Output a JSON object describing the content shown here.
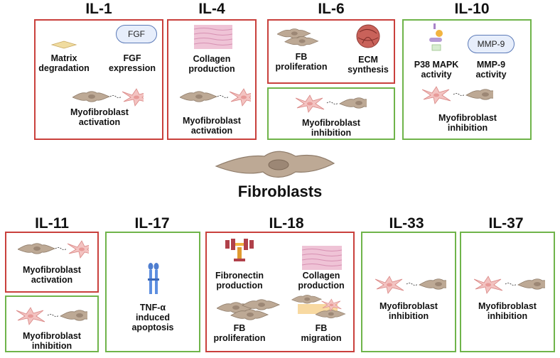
{
  "titles": {
    "il1": "IL-1",
    "il4": "IL-4",
    "il6": "IL-6",
    "il10": "IL-10",
    "il11": "IL-11",
    "il17": "IL-17",
    "il18": "IL-18",
    "il33": "IL-33",
    "il37": "IL-37"
  },
  "center": "Fibroblasts",
  "il1": {
    "matrix": "Matrix\ndegradation",
    "fgf_pill": "FGF",
    "fgf": "FGF\nexpression",
    "myo": "Myofibroblast\nactivation"
  },
  "il4": {
    "collagen": "Collagen\nproduction",
    "myo": "Myofibroblast\nactivation"
  },
  "il6": {
    "fb": "FB\nproliferation",
    "ecm": "ECM\nsynthesis",
    "myo": "Myofibroblast\ninhibition"
  },
  "il10": {
    "p38": "P38 MAPK\nactivity",
    "mmp_pill": "MMP-9",
    "mmp": "MMP-9\nactivity",
    "myo": "Myofibroblast\ninhibition"
  },
  "il11": {
    "activation": "Myofibroblast\nactivation",
    "inhibition": "Myofibroblast\ninhibition"
  },
  "il17": {
    "tnf": "TNF-α\ninduced\napoptosis"
  },
  "il18": {
    "fibronectin": "Fibronectin\nproduction",
    "collagen": "Collagen\nproduction",
    "fb_prolif": "FB\nproliferation",
    "fb_migr": "FB\nmigration"
  },
  "il33": {
    "myo": "Myofibroblast\ninhibition"
  },
  "il37": {
    "myo": "Myofibroblast\ninhibition"
  },
  "colors": {
    "increase": "#c9403c",
    "decrease": "#6fb44a",
    "fibroblast": "#bda995",
    "myofibroblast": "#f3c3c1"
  }
}
